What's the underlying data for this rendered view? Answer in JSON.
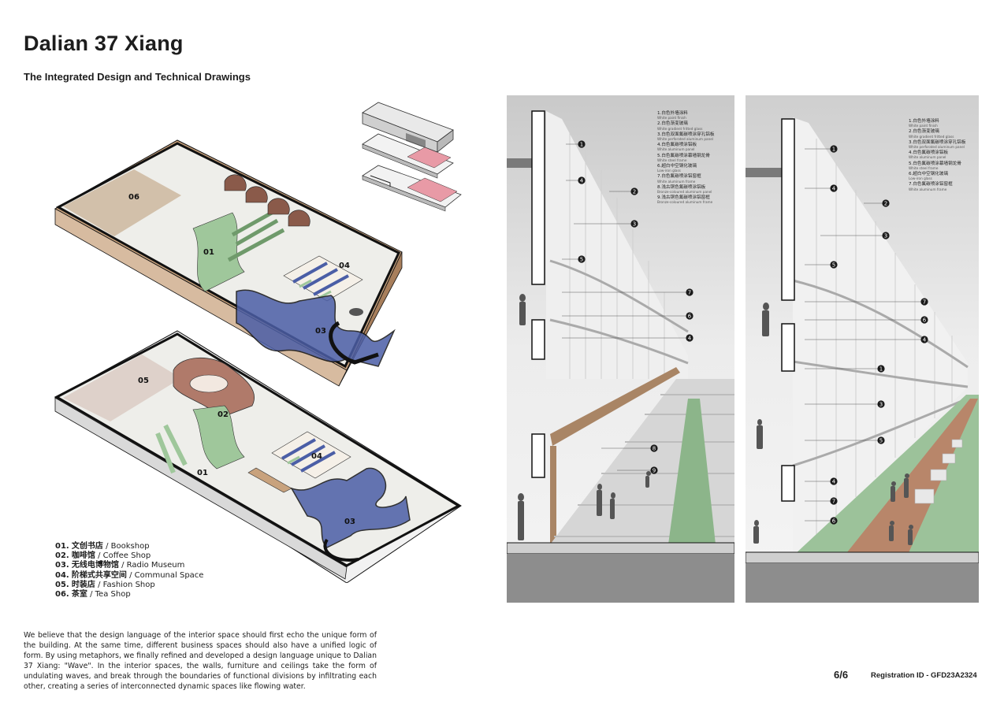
{
  "header": {
    "title": "Dalian 37 Xiang",
    "subtitle": "The Integrated Design and Technical Drawings"
  },
  "plan_labels": {
    "upper": [
      "06",
      "01",
      "04",
      "03"
    ],
    "lower": [
      "05",
      "02",
      "04",
      "01",
      "03"
    ]
  },
  "legend": [
    {
      "num": "01.",
      "zh": "文创书店",
      "en": "Bookshop"
    },
    {
      "num": "02.",
      "zh": "咖啡馆",
      "en": "Coffee Shop"
    },
    {
      "num": "03.",
      "zh": "无线电博物馆",
      "en": "Radio Museum"
    },
    {
      "num": "04.",
      "zh": "阶梯式共享空间",
      "en": "Communal Space"
    },
    {
      "num": "05.",
      "zh": "时装店",
      "en": "Fashion Shop"
    },
    {
      "num": "06.",
      "zh": "茶室",
      "en": "Tea Shop"
    }
  ],
  "description": "We believe that the design language of the interior space should first echo the unique form of the building. At the same time, different business spaces should also have a unified logic of form. By using metaphors, we finally refined and developed a design language unique to Dalian 37 Xiang: \"Wave\". In the interior spaces, the walls, furniture and ceilings take the form of undulating waves, and break through the boundaries of functional divisions by infiltrating each other, creating a series of interconnected dynamic spaces like flowing water.",
  "section1_notes": [
    {
      "zh": "1.白色外墙涂料",
      "en": "White paint finish"
    },
    {
      "zh": "2.白色渐变玻璃",
      "en": "White gradient fritted glass"
    },
    {
      "zh": "3.白色双面氟碳喷涂穿孔铝板",
      "en": "White perforated aluminum panel"
    },
    {
      "zh": "4.白色氟碳喷涂铝板",
      "en": "White aluminum panel"
    },
    {
      "zh": "5.白色氟碳喷涂幕墙钢龙骨",
      "en": "White steel frame"
    },
    {
      "zh": "6.超白中空钢化玻璃",
      "en": "Low-iron glass"
    },
    {
      "zh": "7.白色氟碳喷涂铝窗框",
      "en": "White aluminum frame"
    },
    {
      "zh": "8.浅古铜色氟碳喷涂铝板",
      "en": "Bronze-coloured aluminum panel"
    },
    {
      "zh": "9.浅古铜色氟碳喷涂铝窗框",
      "en": "Bronze-coloured aluminum frame"
    }
  ],
  "section2_notes": [
    {
      "zh": "1.白色外墙涂料",
      "en": "White paint finish"
    },
    {
      "zh": "2.白色渐变玻璃",
      "en": "White gradient fritted glass"
    },
    {
      "zh": "3.白色双面氟碳喷涂穿孔铝板",
      "en": "White perforated aluminum panel"
    },
    {
      "zh": "4.白色氟碳喷涂铝板",
      "en": "White aluminum panel"
    },
    {
      "zh": "5.白色氟碳喷涂幕墙钢龙骨",
      "en": "White steel frame"
    },
    {
      "zh": "6.超白中空钢化玻璃",
      "en": "Low-iron glass"
    },
    {
      "zh": "7.白色氟碳喷涂铝窗框",
      "en": "White aluminum frame"
    }
  ],
  "section1_callouts": [
    "1",
    "4",
    "2",
    "3",
    "5",
    "7",
    "6",
    "4",
    "8",
    "9"
  ],
  "section2_callouts": [
    "1",
    "4",
    "2",
    "3",
    "5",
    "7",
    "6",
    "4",
    "1",
    "3",
    "5",
    "4",
    "7",
    "6"
  ],
  "footer": {
    "page": "6/6",
    "registration": "Registration ID - GFD23A2324"
  },
  "colors": {
    "wall": "#111111",
    "blue": "#4b5ea6",
    "green": "#9fc79b",
    "wood": "#c8a27d",
    "brownseat": "#8a5a4a",
    "terracotta": "#b07a6a",
    "floor": "#eeeeea",
    "pink": "#e8a0a8"
  }
}
